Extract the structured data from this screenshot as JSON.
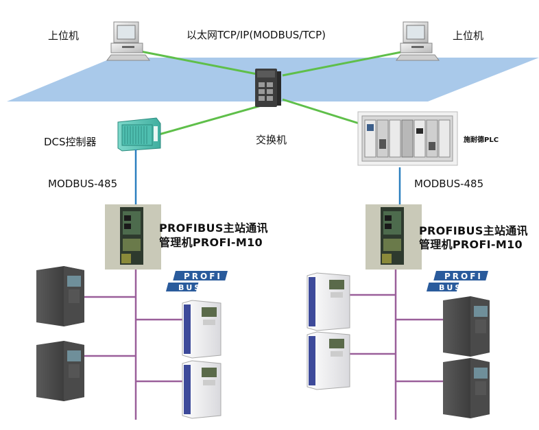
{
  "labels": {
    "host_left": "上位机",
    "host_right": "上位机",
    "ethernet": "以太网TCP/IP(MODBUS/TCP)",
    "switch": "交换机",
    "dcs": "DCS控制器",
    "plc": "施耐德PLC",
    "modbus_left": "MODBUS-485",
    "modbus_right": "MODBUS-485",
    "manager_left_line1": "PROFIBUS主站通讯",
    "manager_left_line2": "管理机PROFI-M10",
    "manager_right_line1": "PROFIBUS主站通讯",
    "manager_right_line2": "管理机PROFI-M10"
  },
  "logo": {
    "text_top": "PROFI",
    "text_bottom": "BUS"
  },
  "colors": {
    "ethernet_plane": "#a9c9ea",
    "ethernet_link": "#5fbf4a",
    "rs485_link": "#2c7fbf",
    "profibus_link": "#9a5f9a",
    "dcs_body": "#5fc8b8",
    "logo_blue": "#2a5b9c"
  },
  "icons": [
    "computer-icon",
    "network-switch-icon",
    "dcs-controller-icon",
    "plc-rack-icon",
    "gateway-module-icon",
    "inverter-drive-icon",
    "profibus-logo"
  ]
}
